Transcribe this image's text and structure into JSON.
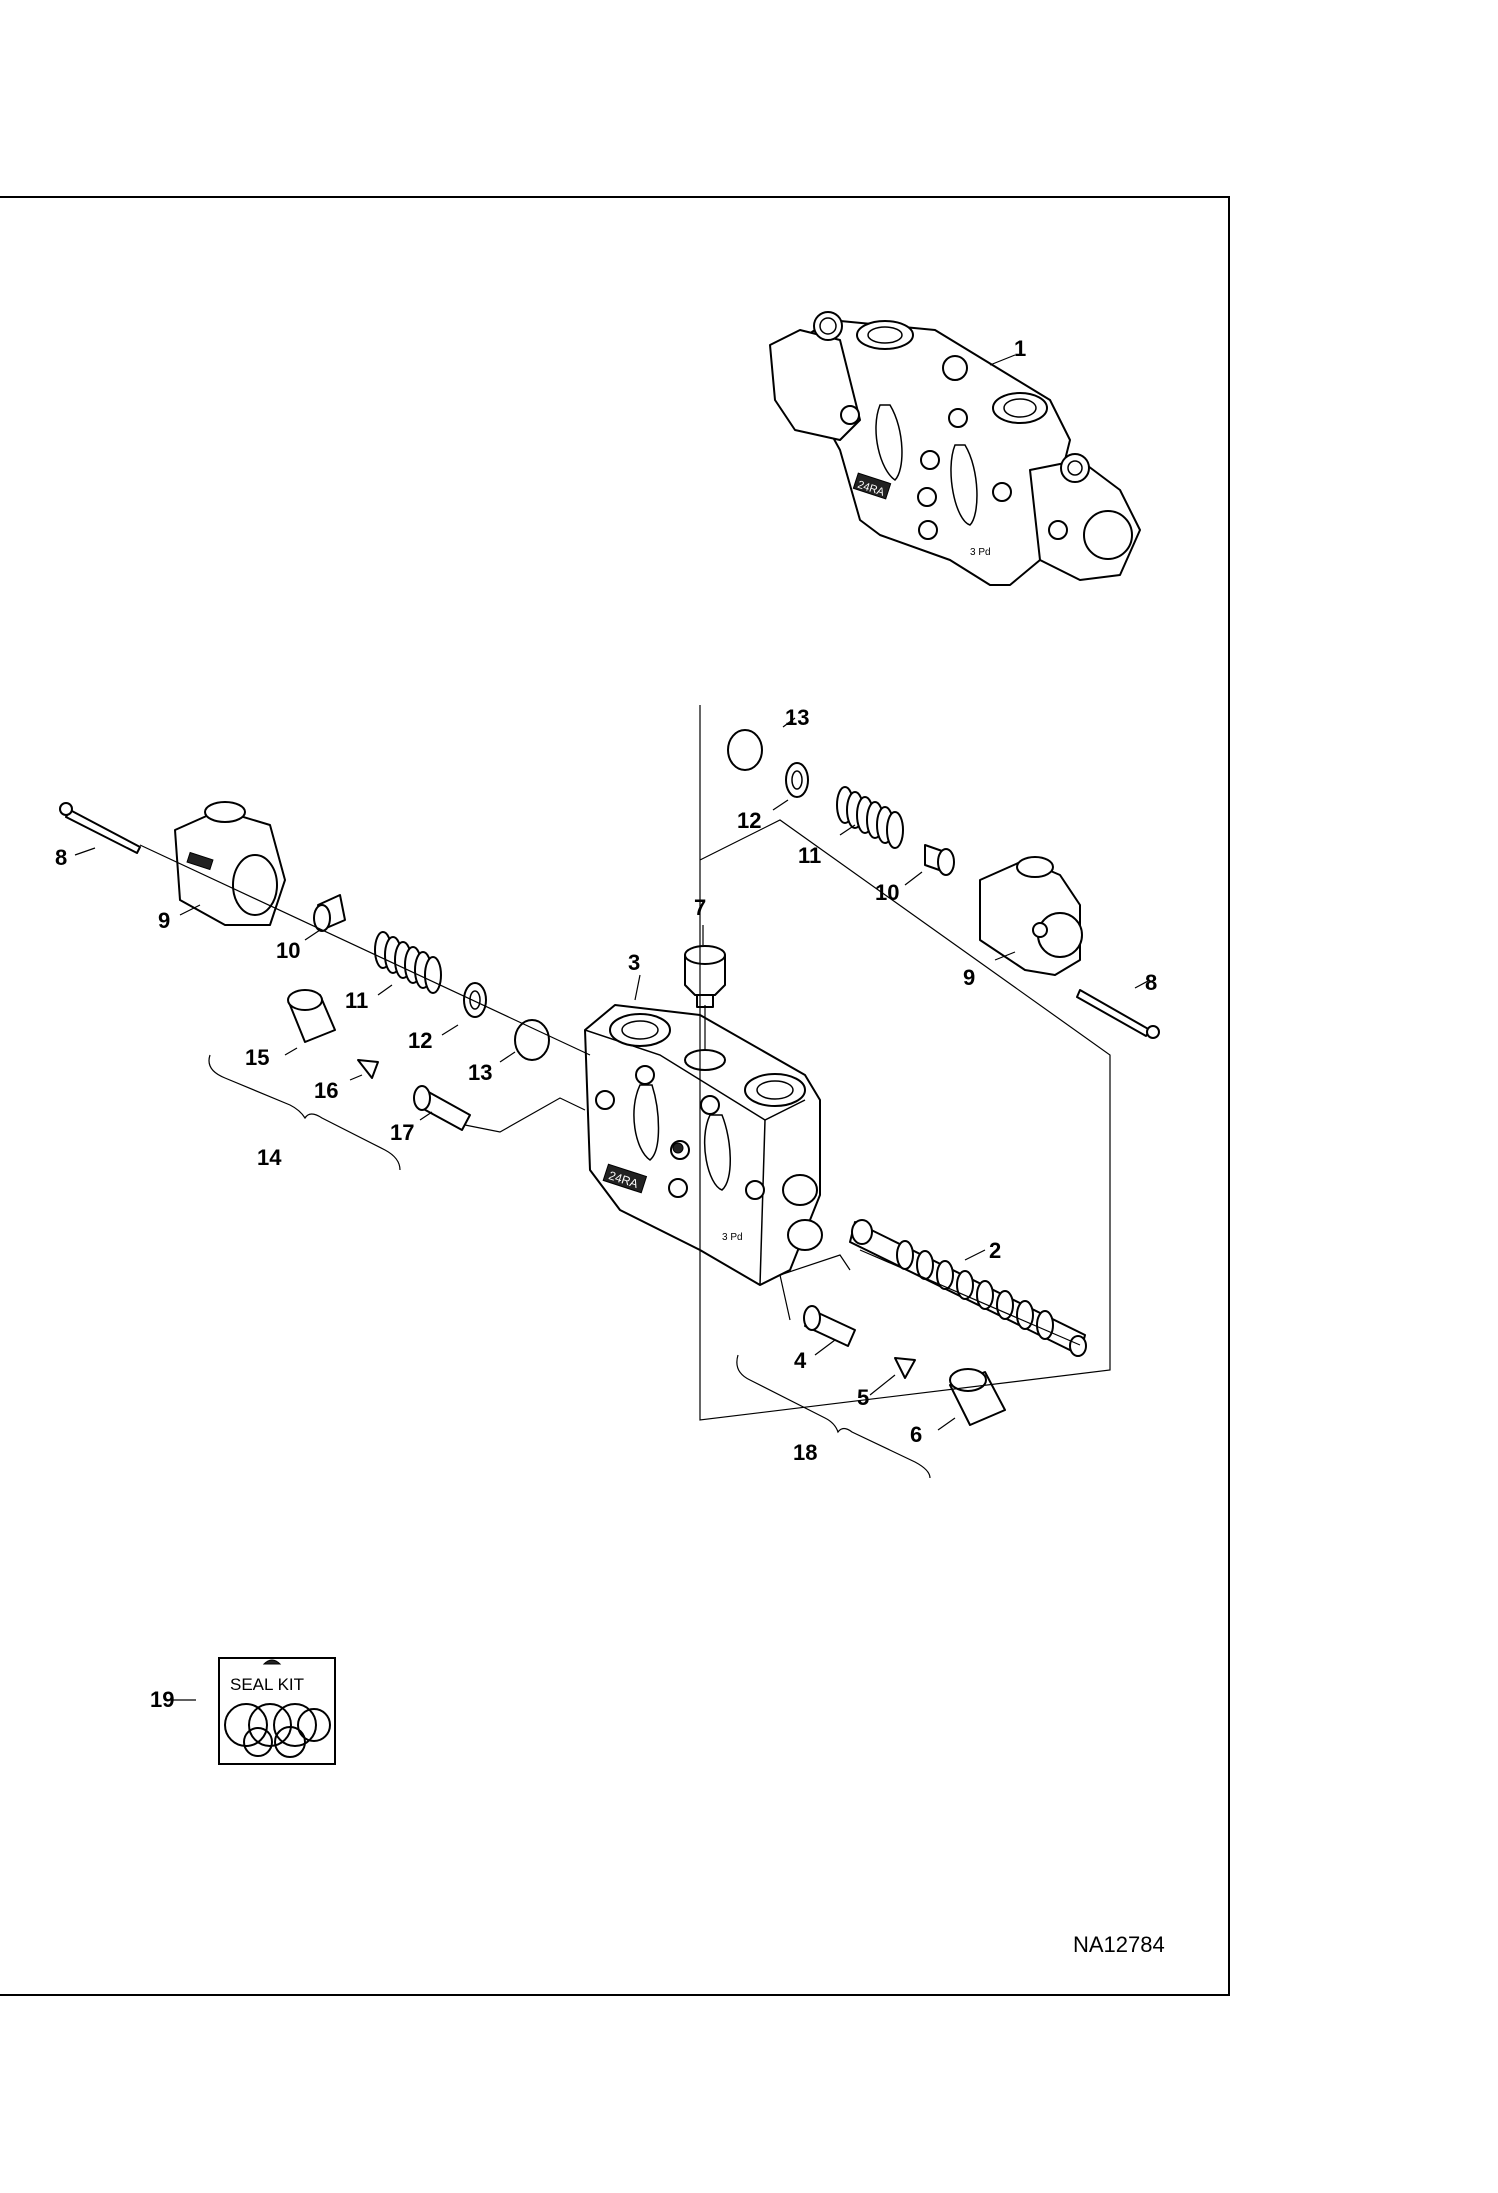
{
  "callouts": [
    "1",
    "2",
    "3",
    "4",
    "5",
    "6",
    "7",
    "8",
    "9",
    "10",
    "11",
    "12",
    "13",
    "14",
    "15",
    "16",
    "17",
    "18",
    "19"
  ],
  "seal_kit": {
    "label": "SEAL KIT"
  },
  "figure_id": "NA12784",
  "body_stamp": "24RA",
  "body_mark": "3 Pd"
}
